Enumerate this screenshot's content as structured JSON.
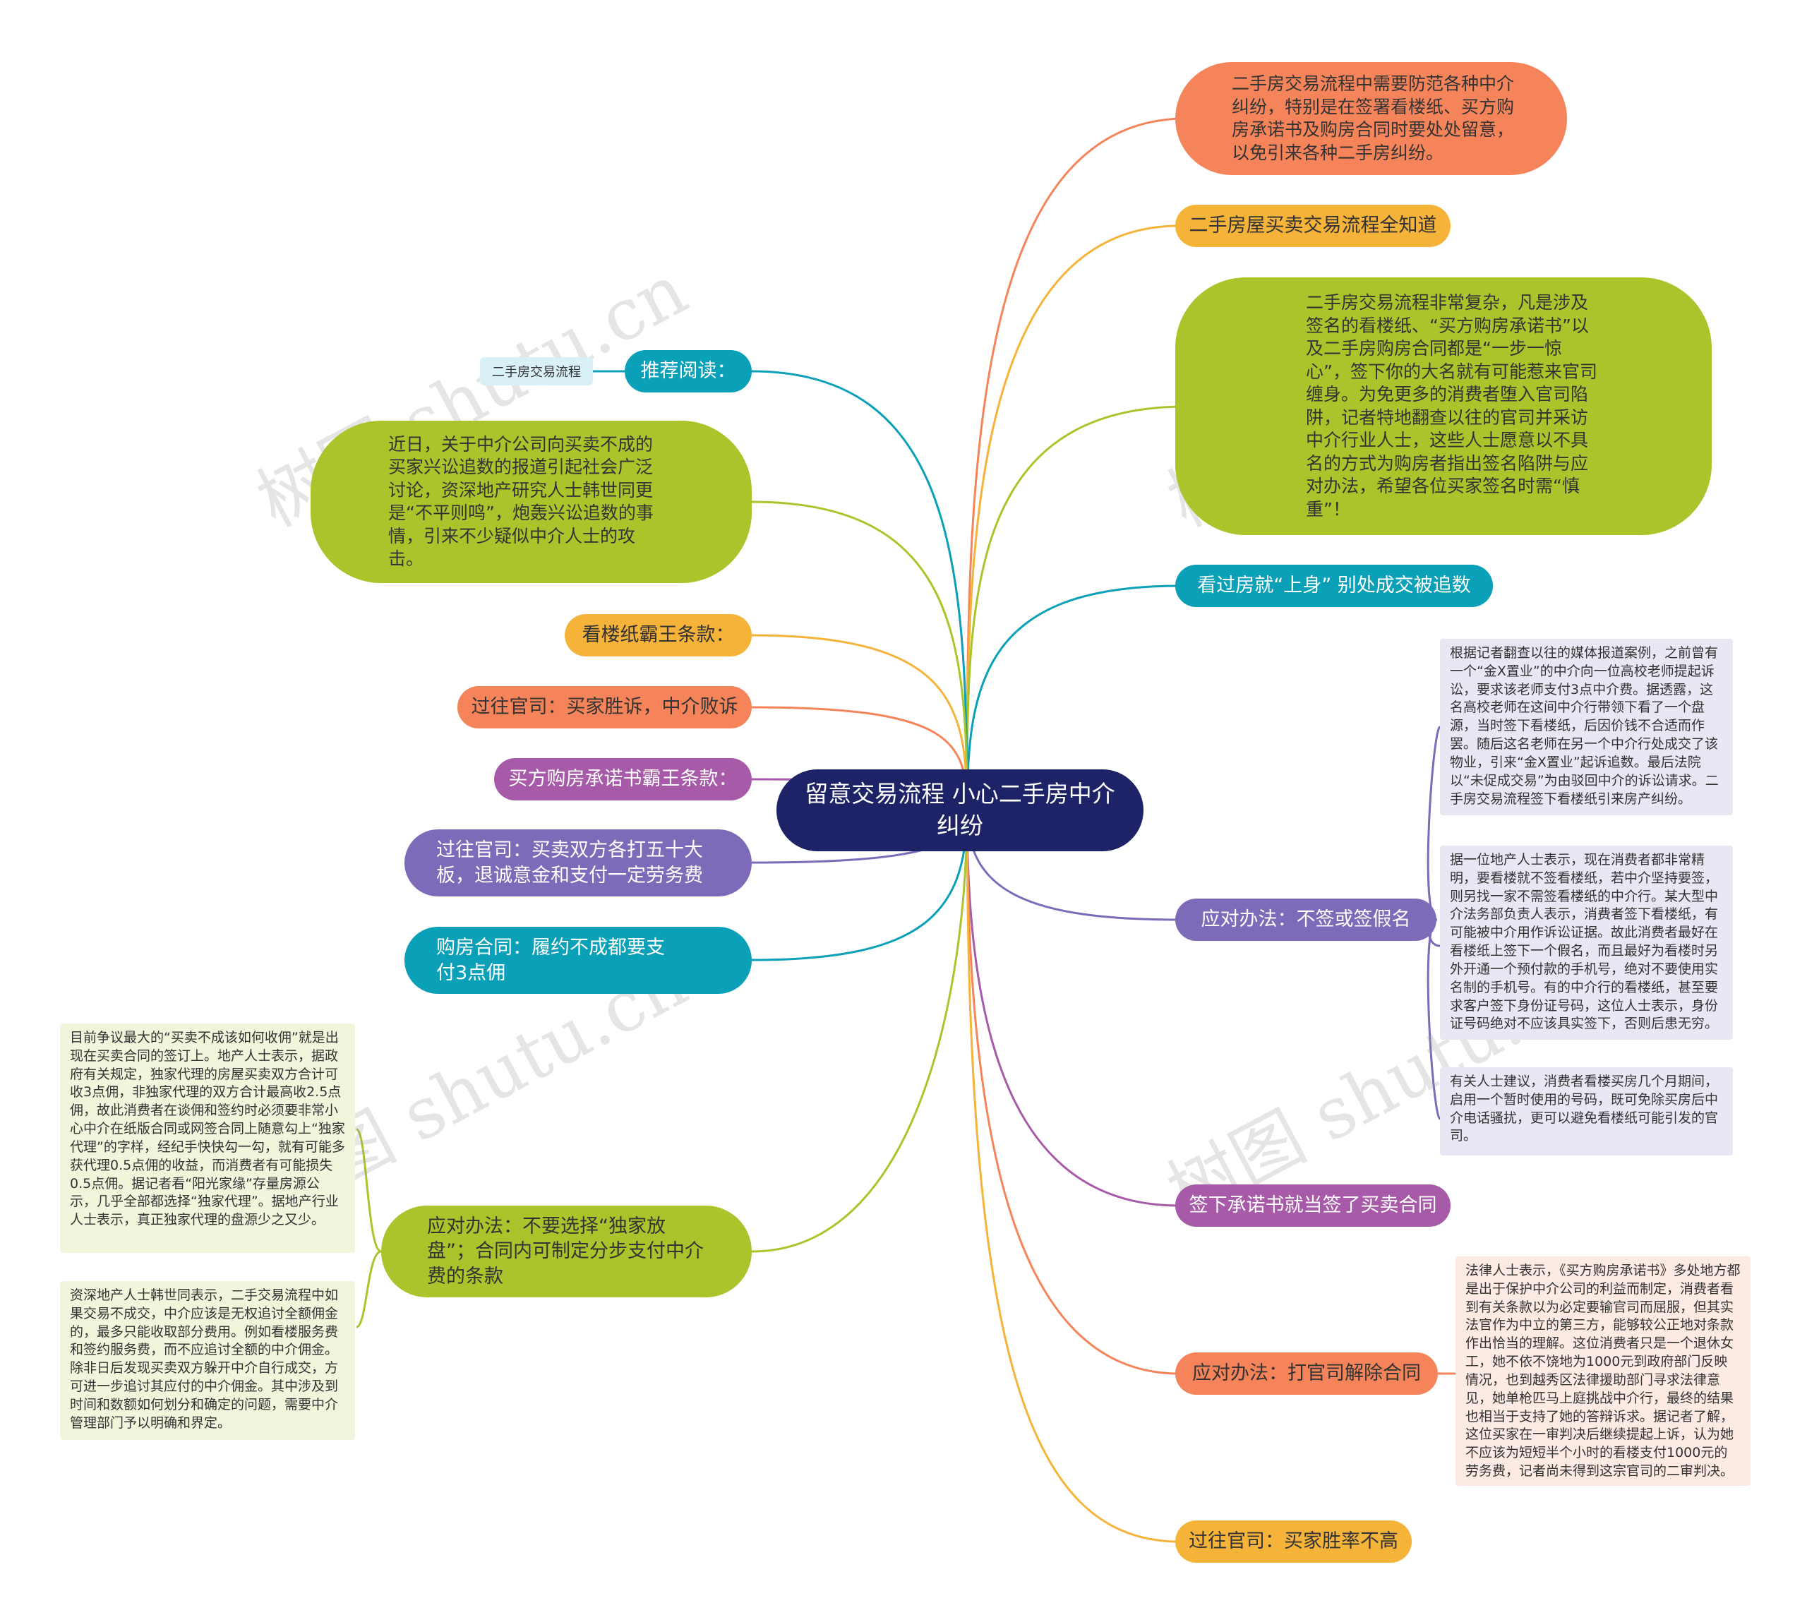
{
  "center": {
    "title": "留意交易流程 小心二手房中介纠纷"
  },
  "left": {
    "recommend_label": "推荐阅读：",
    "recommend_tag": "二手房交易流程",
    "intro": "近日，关于中介公司向买卖不成的买家兴讼追数的报道引起社会广泛讨论，资深地产研究人士韩世同更是“不平则鸣”，炮轰兴讼追数的事情，引来不少疑似中介人士的攻击。",
    "clause_floorplan": "看楼纸霸王条款：",
    "case_buyer_wins": "过往官司：买家胜诉，中介败诉",
    "clause_commitment": "买方购房承诺书霸王条款：",
    "case_split": "过往官司：买卖双方各打五十大板，退诚意金和支付一定劳务费",
    "contract": "购房合同：履约不成都要支付3点佣",
    "measure_exclusive": "应对办法：不要选择“独家放盘”；合同内可制定分步支付中介费的条款",
    "note_exclusive_1": "目前争议最大的“买卖不成该如何收佣”就是出现在买卖合同的签订上。地产人士表示，据政府有关规定，独家代理的房屋买卖双方合计可收3点佣，非独家代理的双方合计最高收2.5点佣，故此消费者在谈佣和签约时必须要非常小心中介在纸版合同或网签合同上随意勾上“独家代理”的字样，经纪手快快勾一勾，就有可能多获代理0.5点佣的收益，而消费者有可能损失0.5点佣。据记者看“阳光家缘”存量房源公示，几乎全部都选择“独家代理”。据地产行业人士表示，真正独家代理的盘源少之又少。",
    "note_exclusive_2": "资深地产人士韩世同表示，二手交易流程中如果交易不成交，中介应该是无权追讨全额佣金的，最多只能收取部分费用。例如看楼服务费和签约服务费，而不应追讨全额的中介佣金。除非日后发现买卖双方躲开中介自行成交，方可进一步追讨其应付的中介佣金。其中涉及到时间和数额如何划分和确定的问题，需要中介管理部门予以明确和界定。"
  },
  "right": {
    "warning": "二手房交易流程中需要防范各种中介纠纷，特别是在签署看楼纸、买方购房承诺书及购房合同时要处处留意，以免引来各种二手房纠纷。",
    "full_guide": "二手房屋买卖交易流程全知道",
    "complex": "二手房交易流程非常复杂，凡是涉及签名的看楼纸、“买方购房承诺书”以及二手房购房合同都是“一步一惊心”，签下你的大名就有可能惹来官司缠身。为免更多的消费者堕入官司陷阱，记者特地翻查以往的官司并采访中介行业人士，这些人士愿意以不具名的方式为购房者指出签名陷阱与应对办法，希望各位买家签名时需“慎重”！",
    "viewed_chased": "看过房就“上身” 别处成交被追数",
    "measure_fake_name": "应对办法：不签或签假名",
    "note_fake_1": "根据记者翻查以往的媒体报道案例，之前曾有一个“金X置业”的中介向一位高校老师提起诉讼，要求该老师支付3点中介费。据透露，这名高校老师在这间中介行带领下看了一个盘源，当时签下看楼纸，后因价钱不合适而作罢。随后这名老师在另一个中介行处成交了该物业，引来“金X置业”起诉追数。最后法院以“未促成交易”为由驳回中介的诉讼请求。二手房交易流程签下看楼纸引来房产纠纷。",
    "note_fake_2": "据一位地产人士表示，现在消费者都非常精明，要看楼就不签看楼纸，若中介坚持要签，则另找一家不需签看楼纸的中介行。某大型中介法务部负责人表示，消费者签下看楼纸，有可能被中介用作诉讼证据。故此消费者最好在看楼纸上签下一个假名，而且最好为看楼时另外开通一个预付款的手机号，绝对不要使用实名制的手机号。有的中介行的看楼纸，甚至要求客户签下身份证号码，这位人士表示，身份证号码绝对不应该具实签下，否则后患无穷。",
    "note_fake_3": "有关人士建议，消费者看楼买房几个月期间，启用一个暂时使用的号码，既可免除买房后中介电话骚扰，更可以避免看楼纸可能引发的官司。",
    "commitment_contract": "签下承诺书就当签了买卖合同",
    "measure_lawsuit": "应对办法：打官司解除合同",
    "note_lawsuit": "法律人士表示，《买方购房承诺书》多处地方都是出于保护中介公司的利益而制定，消费者看到有关条款以为必定要输官司而屈服，但其实法官作为中立的第三方，能够较公正地对条款作出恰当的理解。这位消费者只是一个退休女工，她不依不饶地为1000元到政府部门反映情况，也到越秀区法律援助部门寻求法律意见，她单枪匹马上庭挑战中介行，最终的结果也相当于支持了她的答辩诉求。据记者了解，这位买家在一审判决后继续提起上诉，认为她不应该为短短半个小时的看楼支付1000元的劳务费，记者尚未得到这宗官司的二审判决。",
    "low_win_rate": "过往官司：买家胜率不高"
  },
  "watermark": "树图 shutu.cn",
  "colors": {
    "center": "#1d2366",
    "orange_red": "#f5845a",
    "amber": "#f6b33a",
    "lime": "#a9c52b",
    "teal": "#0aa0b8",
    "purple": "#7d6bba",
    "magenta": "#a65aa8",
    "note_purple_bg": "#e9e7f3",
    "note_lime_bg": "#f1f5dc",
    "note_orange_bg": "#fdeae2"
  }
}
